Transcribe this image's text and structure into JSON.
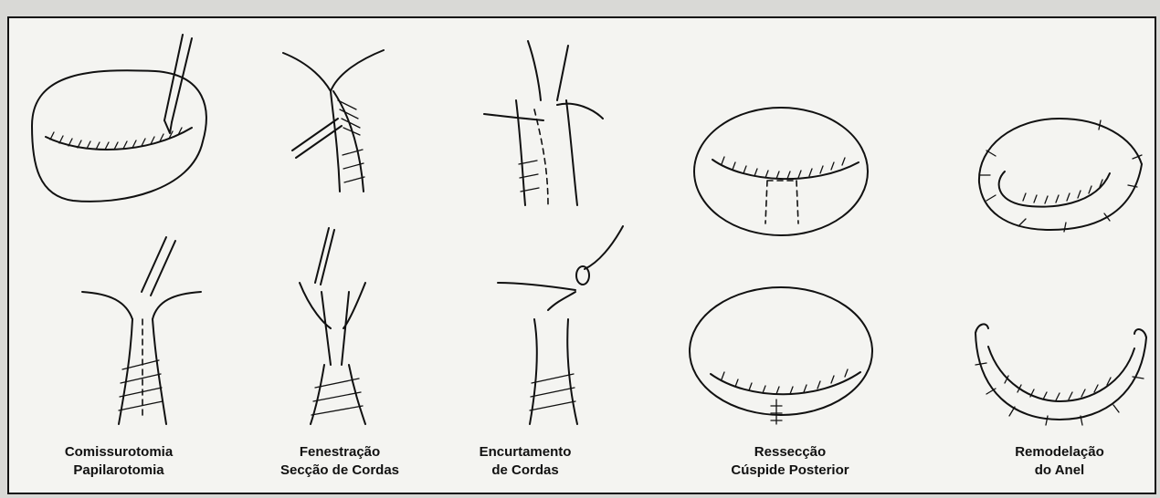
{
  "procedures": [
    {
      "line1": "Comissurotomia",
      "line2": "Papilarotomia"
    },
    {
      "line1": "Fenestração",
      "line2": "Secção de Cordas"
    },
    {
      "line1": "Encurtamento",
      "line2": "de Cordas"
    },
    {
      "line1": "Ressecção",
      "line2": "Cúspide Posterior"
    },
    {
      "line1": "Remodelação",
      "line2": "do Anel"
    }
  ]
}
